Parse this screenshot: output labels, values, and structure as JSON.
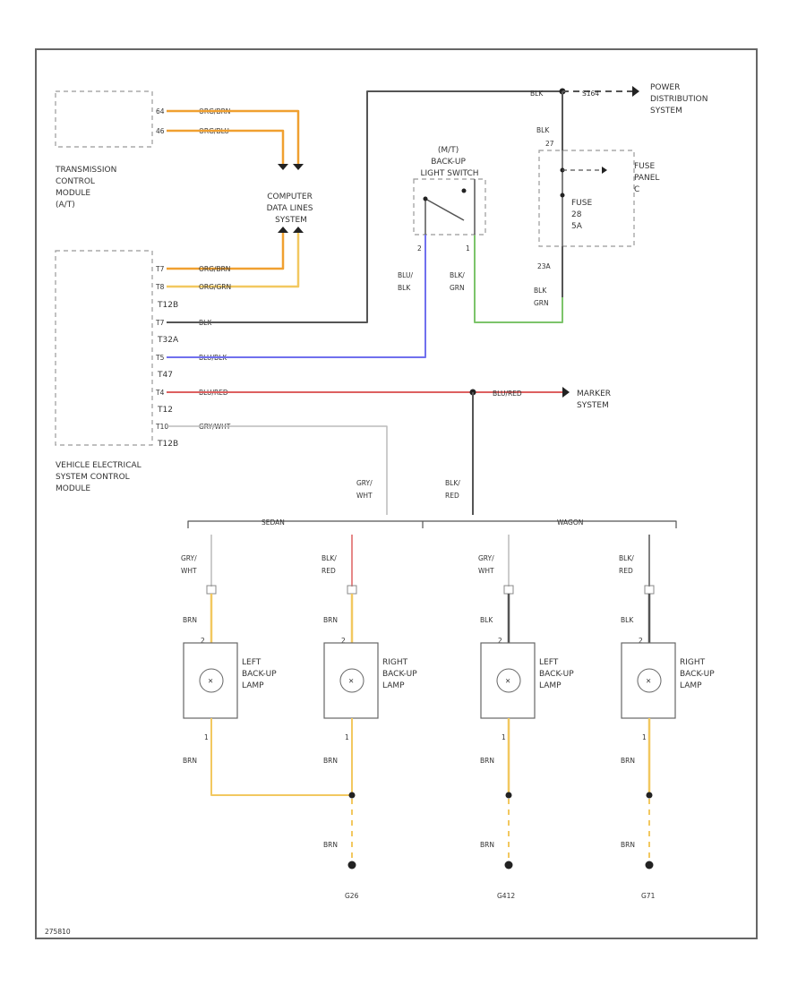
{
  "modules": {
    "tcm": [
      "TRANSMISSION",
      "CONTROL",
      "MODULE",
      "(A/T)"
    ],
    "vesc": [
      "VEHICLE ELECTRICAL",
      "SYSTEM CONTROL",
      "MODULE"
    ],
    "data_link": [
      "COMPUTER",
      "DATA LINES",
      "SYSTEM"
    ]
  },
  "tcm_pins": [
    "64",
    "46"
  ],
  "tcm_wire_colors": [
    "ORG/BRN",
    "ORG/BLU"
  ],
  "vesc_pins": [
    "T7",
    "T8",
    "T7",
    "T5",
    "T4",
    "T10"
  ],
  "vesc_connectors": [
    "T12B",
    "T32A",
    "T47",
    "T12",
    "T12B"
  ],
  "vesc_wire_colors": [
    "ORG/BRN",
    "ORG/GRN",
    "BLK",
    "BLU/BLK",
    "BLU/RED",
    "GRY/WHT"
  ],
  "power": {
    "label": [
      "POWER",
      "DISTRIBUTION",
      "SYSTEM"
    ],
    "wire": "BLK",
    "conn": "S164"
  },
  "fuse_panel": {
    "label": [
      "FUSE",
      "PANEL",
      "C"
    ],
    "fuse": [
      "FUSE",
      "28",
      "5A"
    ],
    "wire_top": [
      "BLK"
    ],
    "pin_top": "27",
    "pin_bot": "23A",
    "wire_bot": [
      "BLK",
      "GRN"
    ]
  },
  "switch": {
    "label": [
      "(M/T)",
      "BACK-UP",
      "LIGHT SWITCH"
    ],
    "pin_left": "2",
    "pin_right": "1",
    "wire_left": [
      "BLU/",
      "BLK"
    ],
    "wire_right": [
      "BLK/",
      "GRN"
    ]
  },
  "marker": {
    "wire": "BLU/RED",
    "label": [
      "MARKER",
      "SYSTEM"
    ]
  },
  "mid_wires": {
    "left": [
      "GRY/",
      "WHT"
    ],
    "right": [
      "BLK/",
      "RED"
    ]
  },
  "variants": {
    "left": "SEDAN",
    "right": "WAGON"
  },
  "lamps": [
    {
      "name": [
        "LEFT",
        "BACK-UP",
        "LAMP"
      ],
      "in": [
        "GRY/",
        "WHT"
      ],
      "mid": "BRN",
      "pin_top": "2",
      "pin_bot": "1",
      "out": "BRN"
    },
    {
      "name": [
        "RIGHT",
        "BACK-UP",
        "LAMP"
      ],
      "in": [
        "BLK/",
        "RED"
      ],
      "mid": "BRN",
      "pin_top": "2",
      "pin_bot": "1",
      "out": "BRN"
    },
    {
      "name": [
        "LEFT",
        "BACK-UP",
        "LAMP"
      ],
      "in": [
        "GRY/",
        "WHT"
      ],
      "mid": "BLK",
      "pin_top": "2",
      "pin_bot": "1",
      "out": "BRN"
    },
    {
      "name": [
        "RIGHT",
        "BACK-UP",
        "LAMP"
      ],
      "in": [
        "BLK/",
        "RED"
      ],
      "mid": "BLK",
      "pin_top": "2",
      "pin_bot": "1",
      "out": "BRN"
    }
  ],
  "grounds": [
    {
      "wire": "BRN",
      "label": "G26"
    },
    {
      "wire": "BRN",
      "label": "G412"
    },
    {
      "wire": "BRN",
      "label": "G71"
    }
  ],
  "footer_code": "275810",
  "colors": {
    "orange": "#f0a030",
    "yellow": "#f2c860",
    "blue": "#7070ee",
    "green": "#7cc46a",
    "red": "#dd6060",
    "gray": "#aaaaaa",
    "black": "#444444"
  }
}
